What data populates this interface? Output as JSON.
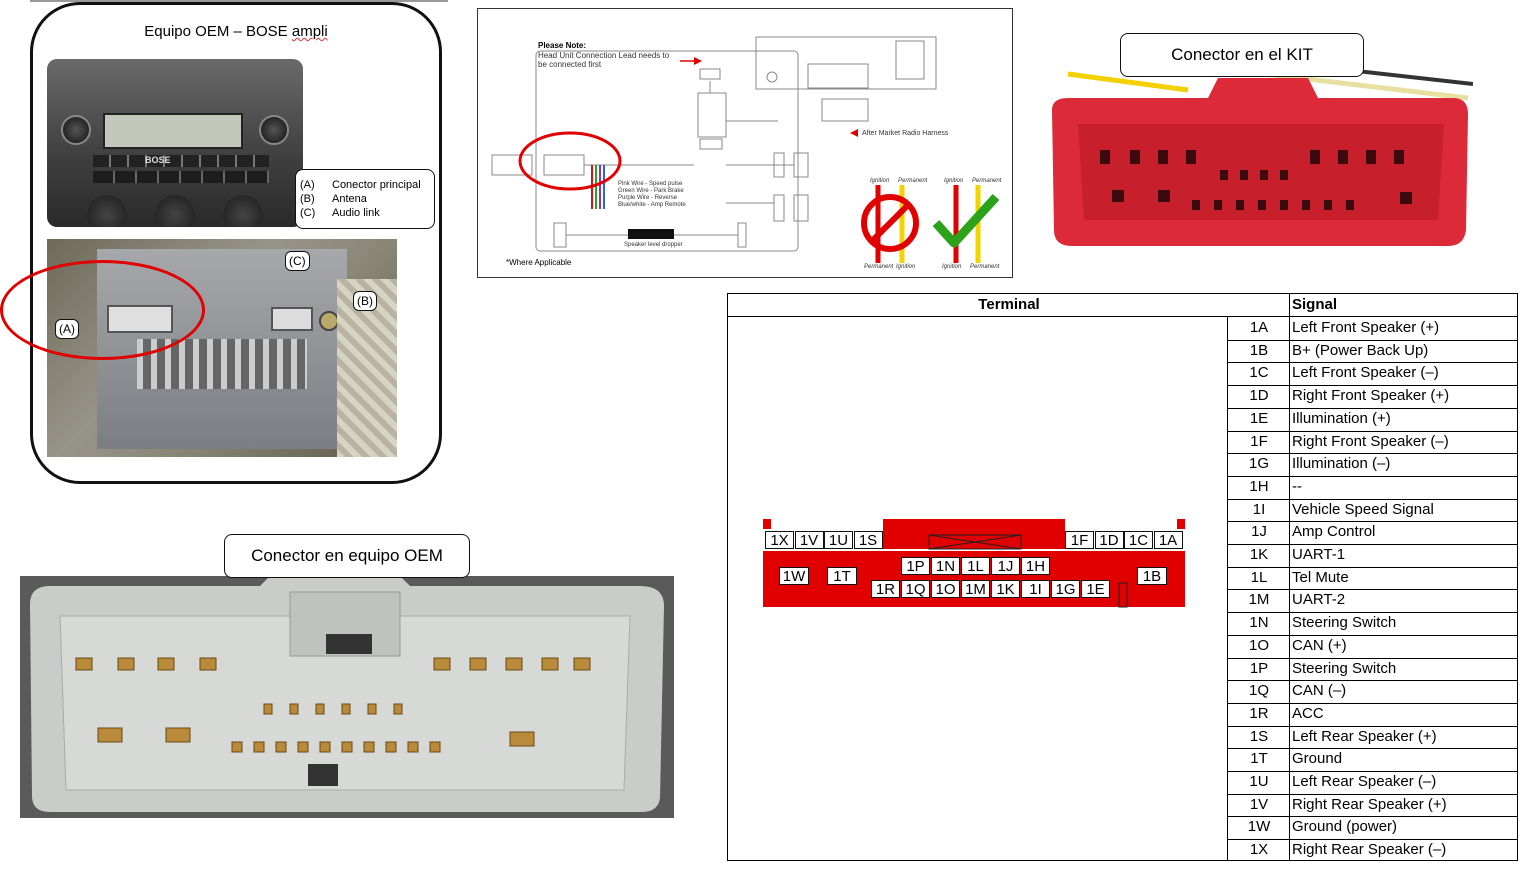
{
  "oem_panel": {
    "title_prefix": "Equipo OEM – BOSE ",
    "title_underlined": "ampli",
    "legend": [
      {
        "key": "(A)",
        "label": "Conector principal"
      },
      {
        "key": "(B)",
        "label": "Antena"
      },
      {
        "key": "(C)",
        "label": "Audio link"
      }
    ],
    "tags": {
      "a": "(A)",
      "b": "(B)",
      "c": "(C)"
    },
    "radio_brand": "BOSE"
  },
  "wiring_diagram": {
    "note_title": "Please Note:",
    "note_line1": "Head Unit Connection Lead needs to",
    "note_line2": "be connected first",
    "aftermarket_label": "After Market Radio Harness",
    "wire_legend": [
      {
        "wire": "Pink Wire",
        "function": "Speed pulse"
      },
      {
        "wire": "Green Wire",
        "function": "Park Brake"
      },
      {
        "wire": "Purple Wire",
        "function": "Reverse"
      },
      {
        "wire": "Blue/white",
        "function": "Amp Remote"
      }
    ],
    "speaker_label": "Speaker level dropper",
    "where_applicable": "*Where Applicable",
    "ignition_label": "Ignition",
    "permanent_label": "Permanent",
    "colors": {
      "ellipse": "#e00000",
      "cross": "#e00000",
      "check": "#2aa31b",
      "yellow_wire": "#f2d400"
    }
  },
  "kit_label": "Conector en el KIT",
  "oem_connector_label": "Conector en equipo OEM",
  "pin_table": {
    "header_terminal": "Terminal",
    "header_signal": "Signal",
    "rows": [
      {
        "pin": "1A",
        "signal": "Left Front Speaker (+)"
      },
      {
        "pin": "1B",
        "signal": "B+ (Power Back Up)"
      },
      {
        "pin": "1C",
        "signal": "Left Front Speaker (–)"
      },
      {
        "pin": "1D",
        "signal": "Right Front Speaker (+)"
      },
      {
        "pin": "1E",
        "signal": "Illumination (+)"
      },
      {
        "pin": "1F",
        "signal": "Right Front Speaker (–)"
      },
      {
        "pin": "1G",
        "signal": "Illumination (–)"
      },
      {
        "pin": "1H",
        "signal": "--"
      },
      {
        "pin": "1I",
        "signal": "Vehicle Speed Signal"
      },
      {
        "pin": "1J",
        "signal": "Amp Control"
      },
      {
        "pin": "1K",
        "signal": "UART-1"
      },
      {
        "pin": "1L",
        "signal": "Tel Mute"
      },
      {
        "pin": "1M",
        "signal": "UART-2"
      },
      {
        "pin": "1N",
        "signal": "Steering Switch"
      },
      {
        "pin": "1O",
        "signal": "CAN (+)"
      },
      {
        "pin": "1P",
        "signal": "Steering Switch"
      },
      {
        "pin": "1Q",
        "signal": "CAN (–)"
      },
      {
        "pin": "1R",
        "signal": "ACC"
      },
      {
        "pin": "1S",
        "signal": "Left Rear Speaker (+)"
      },
      {
        "pin": "1T",
        "signal": "Ground"
      },
      {
        "pin": "1U",
        "signal": "Left Rear Speaker (–)"
      },
      {
        "pin": "1V",
        "signal": "Right Rear Speaker (+)"
      },
      {
        "pin": "1W",
        "signal": "Ground (power)"
      },
      {
        "pin": "1X",
        "signal": "Right Rear Speaker (–)"
      }
    ],
    "connector": {
      "color": "#e00000",
      "top_left": [
        "1X",
        "1V",
        "1U",
        "1S"
      ],
      "top_right": [
        "1F",
        "1D",
        "1C",
        "1A"
      ],
      "left_big": [
        "1W",
        "1T"
      ],
      "middle_top": [
        "1P",
        "1N",
        "1L",
        "1J",
        "1H"
      ],
      "middle_bottom": [
        "1R",
        "1Q",
        "1O",
        "1M",
        "1K",
        "1I",
        "1G",
        "1E"
      ],
      "right_big": [
        "1B"
      ]
    }
  }
}
